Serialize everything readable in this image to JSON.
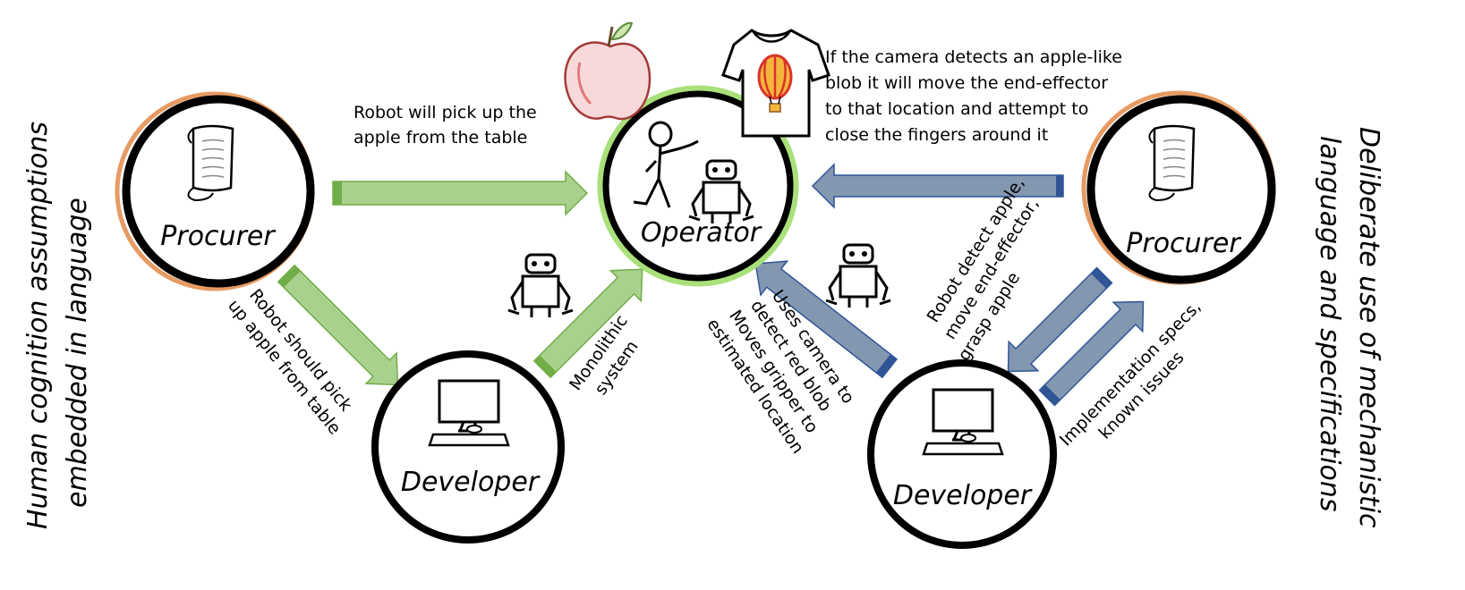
{
  "left_title": [
    "Human cognition assumptions",
    "embedded in language"
  ],
  "right_title": [
    "Deliberate use of mechanistic",
    "language and specifications"
  ],
  "nodes": {
    "procurer_left": "Procurer",
    "developer_left": "Developer",
    "operator": "Operator",
    "procurer_right": "Procurer",
    "developer_right": "Developer"
  },
  "labels": {
    "procurer_to_operator": [
      "Robot will pick up the",
      "apple from the table"
    ],
    "procurer_to_developer_left": [
      "Robot should pick",
      "up apple from table"
    ],
    "developer_to_operator_left": [
      "Monolithic",
      "system"
    ],
    "operator_note": [
      "If the camera detects an apple-like",
      "blob it will move the end-effector",
      "to that location and attempt to",
      "close the fingers around it"
    ],
    "developer_to_operator_right": [
      "Uses camera to",
      "detect red blob",
      "Moves gripper to",
      "estimated location"
    ],
    "procurer_to_developer_right": [
      "Robot detect apple,",
      "move end-effector,",
      "grasp apple"
    ],
    "developer_to_procurer_right": [
      "Implementation specs,",
      "known issues"
    ]
  },
  "colors": {
    "green_fill": "#a9d18e",
    "green_edge": "#70ad47",
    "blue_fill": "#8497b0",
    "blue_edge": "#2f5597",
    "ring_orange": "#e69b63"
  },
  "icons": [
    "document-icon",
    "computer-icon",
    "stick-figure-icon",
    "robot-icon",
    "apple-icon",
    "tshirt-icon"
  ]
}
